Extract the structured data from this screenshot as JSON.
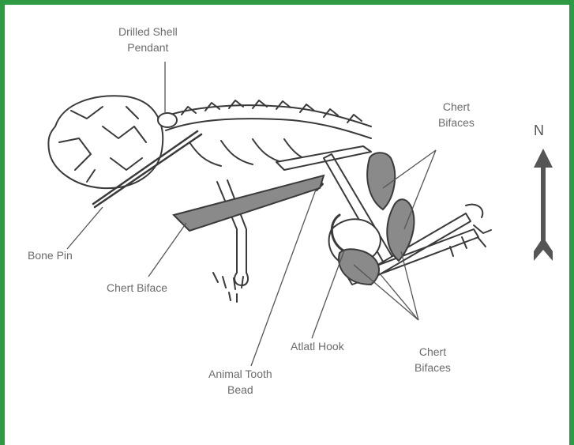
{
  "diagram": {
    "labels": {
      "drilled_shell_pendant": [
        "Drilled Shell",
        "Pendant"
      ],
      "chert_bifaces_top": [
        "Chert",
        "Bifaces"
      ],
      "bone_pin": "Bone Pin",
      "chert_biface": "Chert Biface",
      "atlatl_hook": "Atlatl Hook",
      "animal_tooth_bead": [
        "Animal Tooth",
        "Bead"
      ],
      "chert_bifaces_bottom": [
        "Chert",
        "Bifaces"
      ]
    },
    "north_symbol": "N",
    "colors": {
      "frame": "#2e9a44",
      "biface_fill": "#8a8a8a",
      "bone_line": "#3a3a3a",
      "leader_line": "#555555",
      "label_text": "#6b6b6b"
    }
  }
}
